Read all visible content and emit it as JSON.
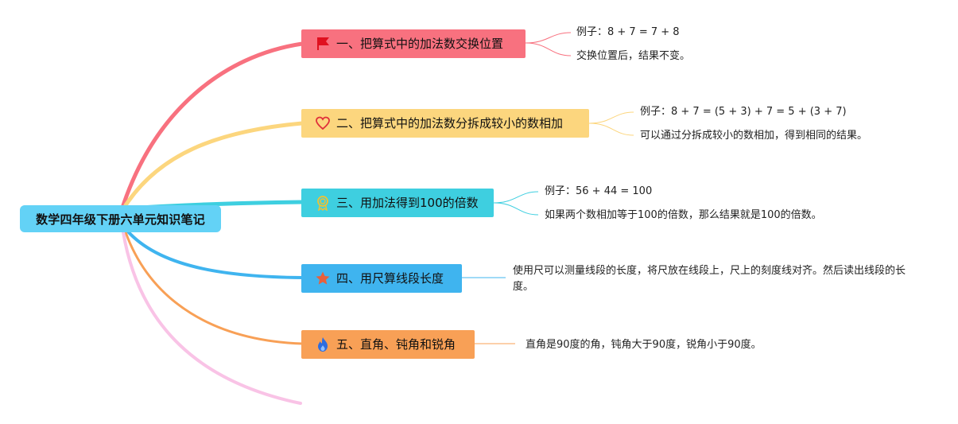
{
  "root": {
    "label": "数学四年级下册六单元知识笔记",
    "color": "#63d2f6"
  },
  "topics": [
    {
      "label": "一、把算式中的加法数交换位置",
      "color": "#f8717f",
      "icon": "flag-icon",
      "notes": [
        "例子：8 + 7 = 7 + 8",
        "交换位置后，结果不变。"
      ]
    },
    {
      "label": "二、把算式中的加法数分拆成较小的数相加",
      "color": "#fcd67e",
      "icon": "heart-icon",
      "notes": [
        "例子：8 + 7 = (5 + 3) + 7 = 5 + (3 + 7)",
        "可以通过分拆成较小的数相加，得到相同的结果。"
      ]
    },
    {
      "label": "三、用加法得到100的倍数",
      "color": "#3ecfe0",
      "icon": "award-icon",
      "notes": [
        "例子：56 + 44 = 100",
        "如果两个数相加等于100的倍数，那么结果就是100的倍数。"
      ]
    },
    {
      "label": "四、用尺算线段长度",
      "color": "#3fb4ef",
      "icon": "star-icon",
      "notes": [
        "使用尺可以测量线段的长度，将尺放在线段上，尺上的刻度线对齐。然后读出线段的长度。"
      ]
    },
    {
      "label": "五、直角、钝角和锐角",
      "color": "#f8a056",
      "icon": "fire-icon",
      "notes": [
        "直角是90度的角，钝角大于90度，锐角小于90度。"
      ]
    }
  ],
  "extra_branch_color": "#f9c3e6"
}
